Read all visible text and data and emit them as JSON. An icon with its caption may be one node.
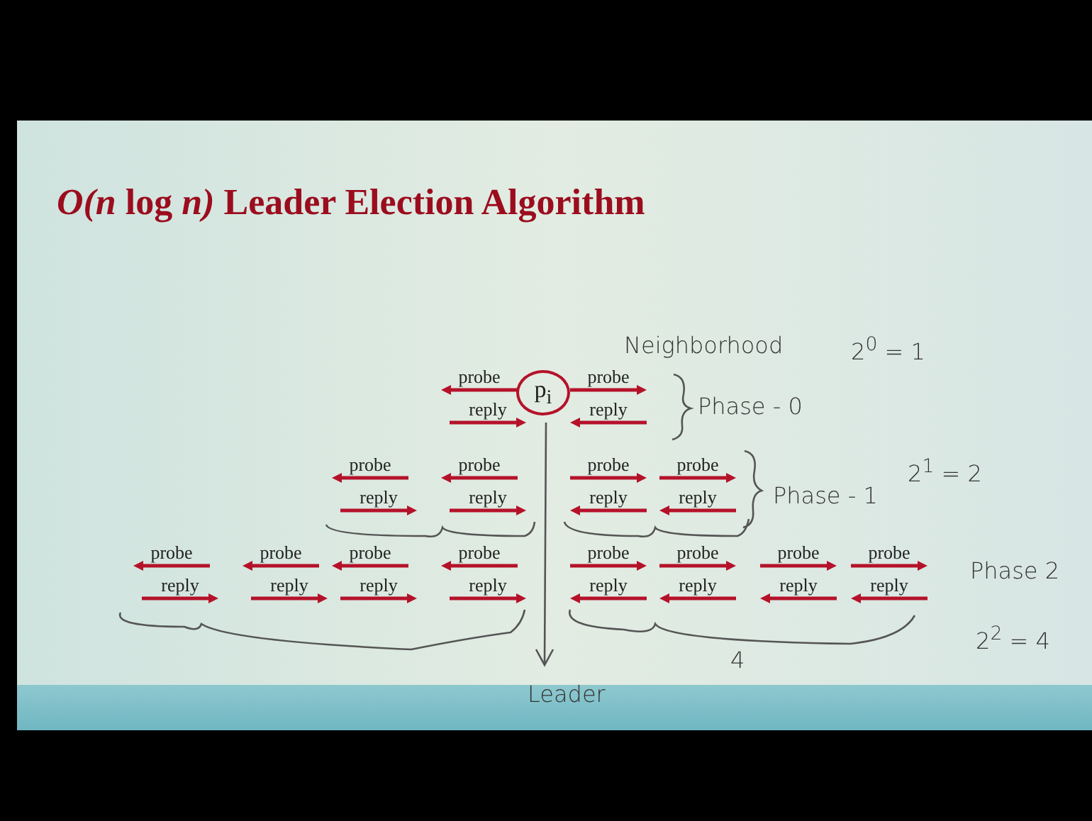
{
  "diagram": {
    "title": "*O(n* log *n)* Leader Election Algorithm",
    "nodes": [
      {
        "text": [
          "p$_{i}$"
        ]
      }
    ],
    "labels": [
      "Neighborhood",
      "2$^{0}$ = 1",
      "probe",
      "probe",
      "reply",
      "reply",
      "Phase - 0",
      "probe",
      "probe",
      "probe",
      "probe",
      "reply",
      "reply",
      "reply",
      "reply",
      "Phase - 1",
      "2$^{1}$ = 2",
      "probe",
      "probe",
      "probe",
      "probe",
      "probe",
      "probe",
      "probe",
      "probe",
      "reply",
      "reply",
      "reply",
      "reply",
      "reply",
      "reply",
      "reply",
      "reply",
      "Phase 2",
      "2$^{2}$ = 4",
      "4",
      "Leader"
    ]
  }
}
